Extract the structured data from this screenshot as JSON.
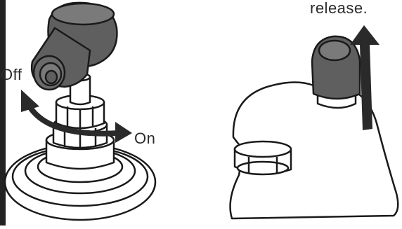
{
  "labels": {
    "off": "Off",
    "on": "On",
    "release": "release."
  },
  "colors": {
    "outline": "#1a1a1a",
    "dark_grey": "#5f5f5f",
    "dark_grey_highlight": "#7a7a7a",
    "arrow": "#2a2a2a",
    "left_border": "#222222",
    "text": "#2b2b2b"
  },
  "figures": [
    {
      "name": "faucet-valve-rotation",
      "parts": [
        "grey-ball-knob",
        "grey-lever-handle",
        "hex-nut",
        "base-plate"
      ],
      "arrow": "double-headed-curved-arrow"
    },
    {
      "name": "faucet-spout-release",
      "parts": [
        "grey-ball-cap",
        "spout-body",
        "aerator"
      ],
      "arrow": "up-arrow"
    }
  ]
}
